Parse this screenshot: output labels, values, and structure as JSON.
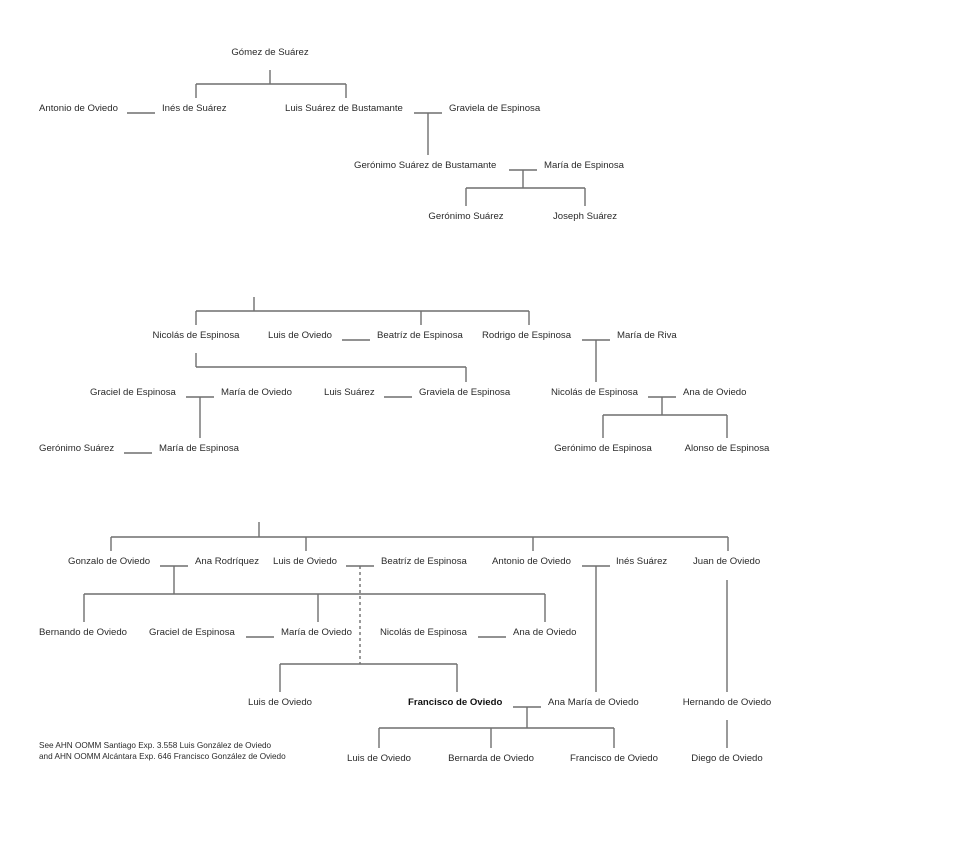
{
  "line_color": "#6f6f6f",
  "text_color": "#2a2a2a",
  "people": {
    "gomez_suarez": "Gómez de Suárez",
    "antonio_oviedo_1": "Antonio de Oviedo",
    "ines_suarez_1": "Inés de Suárez",
    "luis_suarez_bustamante": "Luis Suárez de Bustamante",
    "graviela_espinosa_1": "Graviela de Espinosa",
    "geronimo_suarez_bustamante": "Gerónimo Suárez de Bustamante",
    "maria_espinosa_1": "María de Espinosa",
    "geronimo_suarez_1": "Gerónimo Suárez",
    "joseph_suarez": "Joseph Suárez",
    "nicolas_espinosa_1": "Nicolás de Espinosa",
    "luis_oviedo_1": "Luis de Oviedo",
    "beatriz_espinosa_1": "Beatríz de Espinosa",
    "rodrigo_espinosa": "Rodrigo de Espinosa",
    "maria_riva": "María de Riva",
    "graciel_espinosa_1": "Graciel de Espinosa",
    "maria_oviedo_1": "María de Oviedo",
    "luis_suarez_2": "Luis Suárez",
    "graviela_espinosa_2": "Graviela de Espinosa",
    "nicolas_espinosa_2": "Nicolás de Espinosa",
    "ana_oviedo_1": "Ana de Oviedo",
    "geronimo_suarez_2": "Gerónimo Suárez",
    "maria_espinosa_2": "María de Espinosa",
    "geronimo_espinosa": "Gerónimo de Espinosa",
    "alonso_espinosa": "Alonso de Espinosa",
    "gonzalo_oviedo": "Gonzalo de Oviedo",
    "ana_rodriquez": "Ana Rodríquez",
    "luis_oviedo_2": "Luis de Oviedo",
    "beatriz_espinosa_2": "Beatríz de Espinosa",
    "antonio_oviedo_2": "Antonio de Oviedo",
    "ines_suarez_2": "Inés Suárez",
    "juan_oviedo": "Juan de Oviedo",
    "bernando_oviedo": "Bernando de Oviedo",
    "graciel_espinosa_2": "Graciel de Espinosa",
    "maria_oviedo_2": "María de Oviedo",
    "nicolas_espinosa_3": "Nicolás de Espinosa",
    "ana_oviedo_2": "Ana de Oviedo",
    "luis_oviedo_3": "Luis de Oviedo",
    "francisco_oviedo_1": "Francisco de Oviedo",
    "ana_maria_oviedo": "Ana María de Oviedo",
    "hernando_oviedo": "Hernando de Oviedo",
    "luis_oviedo_4": "Luis de Oviedo",
    "bernarda_oviedo": "Bernarda de Oviedo",
    "francisco_oviedo_2": "Francisco de Oviedo",
    "diego_oviedo": "Diego de Oviedo"
  },
  "note": {
    "line1": "See AHN OOMM Santiago Exp. 3.558 Luis González de Oviedo",
    "line2": "and AHN OOMM Alcántara Exp. 646 Francisco González de Oviedo"
  }
}
